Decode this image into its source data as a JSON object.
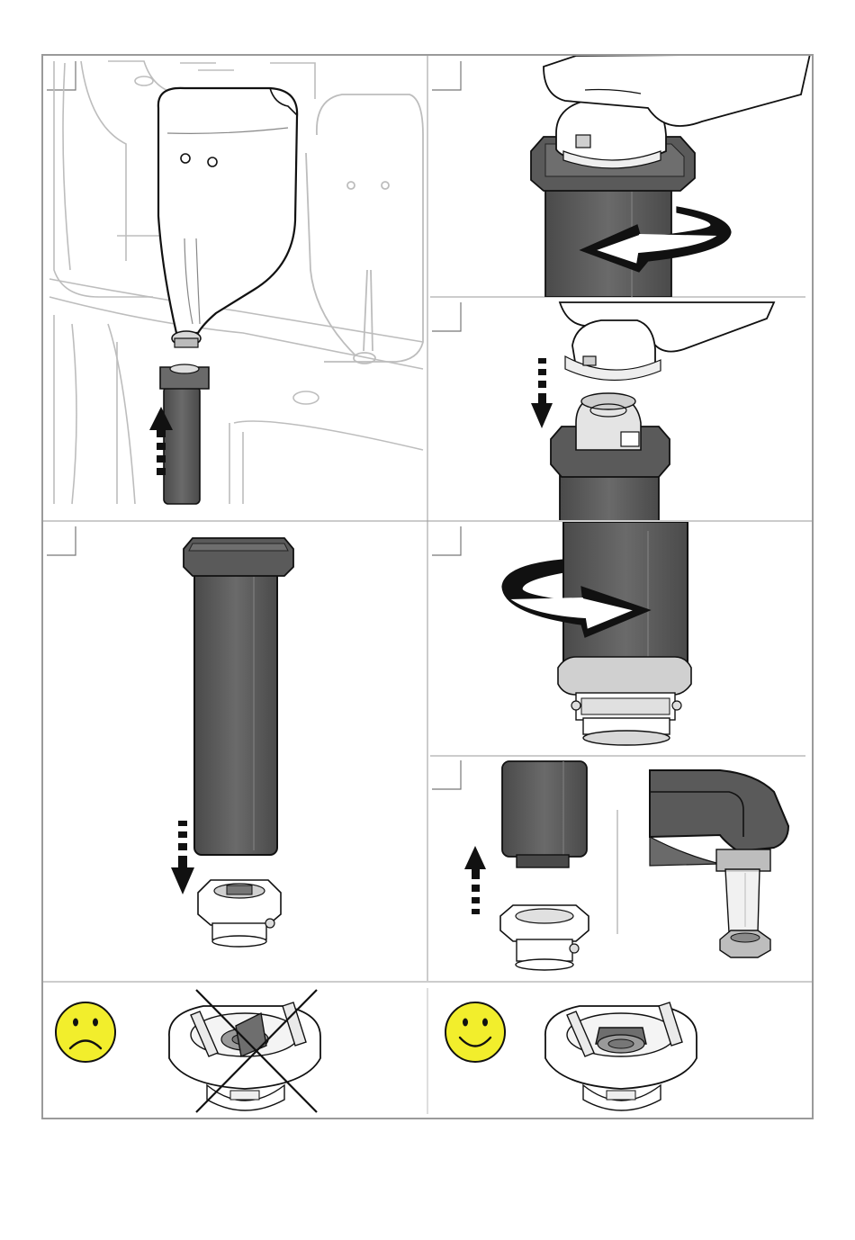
{
  "document": {
    "type": "illustrated-instruction-sheet",
    "panels": [
      {
        "id": "remove-old-filter",
        "step_number": ""
      },
      {
        "id": "unscrew-adapter",
        "step_number": ""
      },
      {
        "id": "pull-adapter-off",
        "step_number": ""
      },
      {
        "id": "insert-new-filter-into-adapter",
        "step_number": ""
      },
      {
        "id": "screw-filter-onto-adapter",
        "step_number": ""
      },
      {
        "id": "insert-filter-into-machine",
        "step_number": ""
      }
    ],
    "verdicts": [
      {
        "id": "wrong-assembly",
        "mood": "sad"
      },
      {
        "id": "correct-assembly",
        "mood": "happy"
      }
    ]
  },
  "colors": {
    "frame": "#9a9a9a",
    "line": "#111111",
    "filter_body": "#5e5e5e",
    "filter_dark": "#454545",
    "machine_gray": "#bdbdbd",
    "smiley": "#f2ee2c",
    "arrow_fill": "#ffffff"
  }
}
